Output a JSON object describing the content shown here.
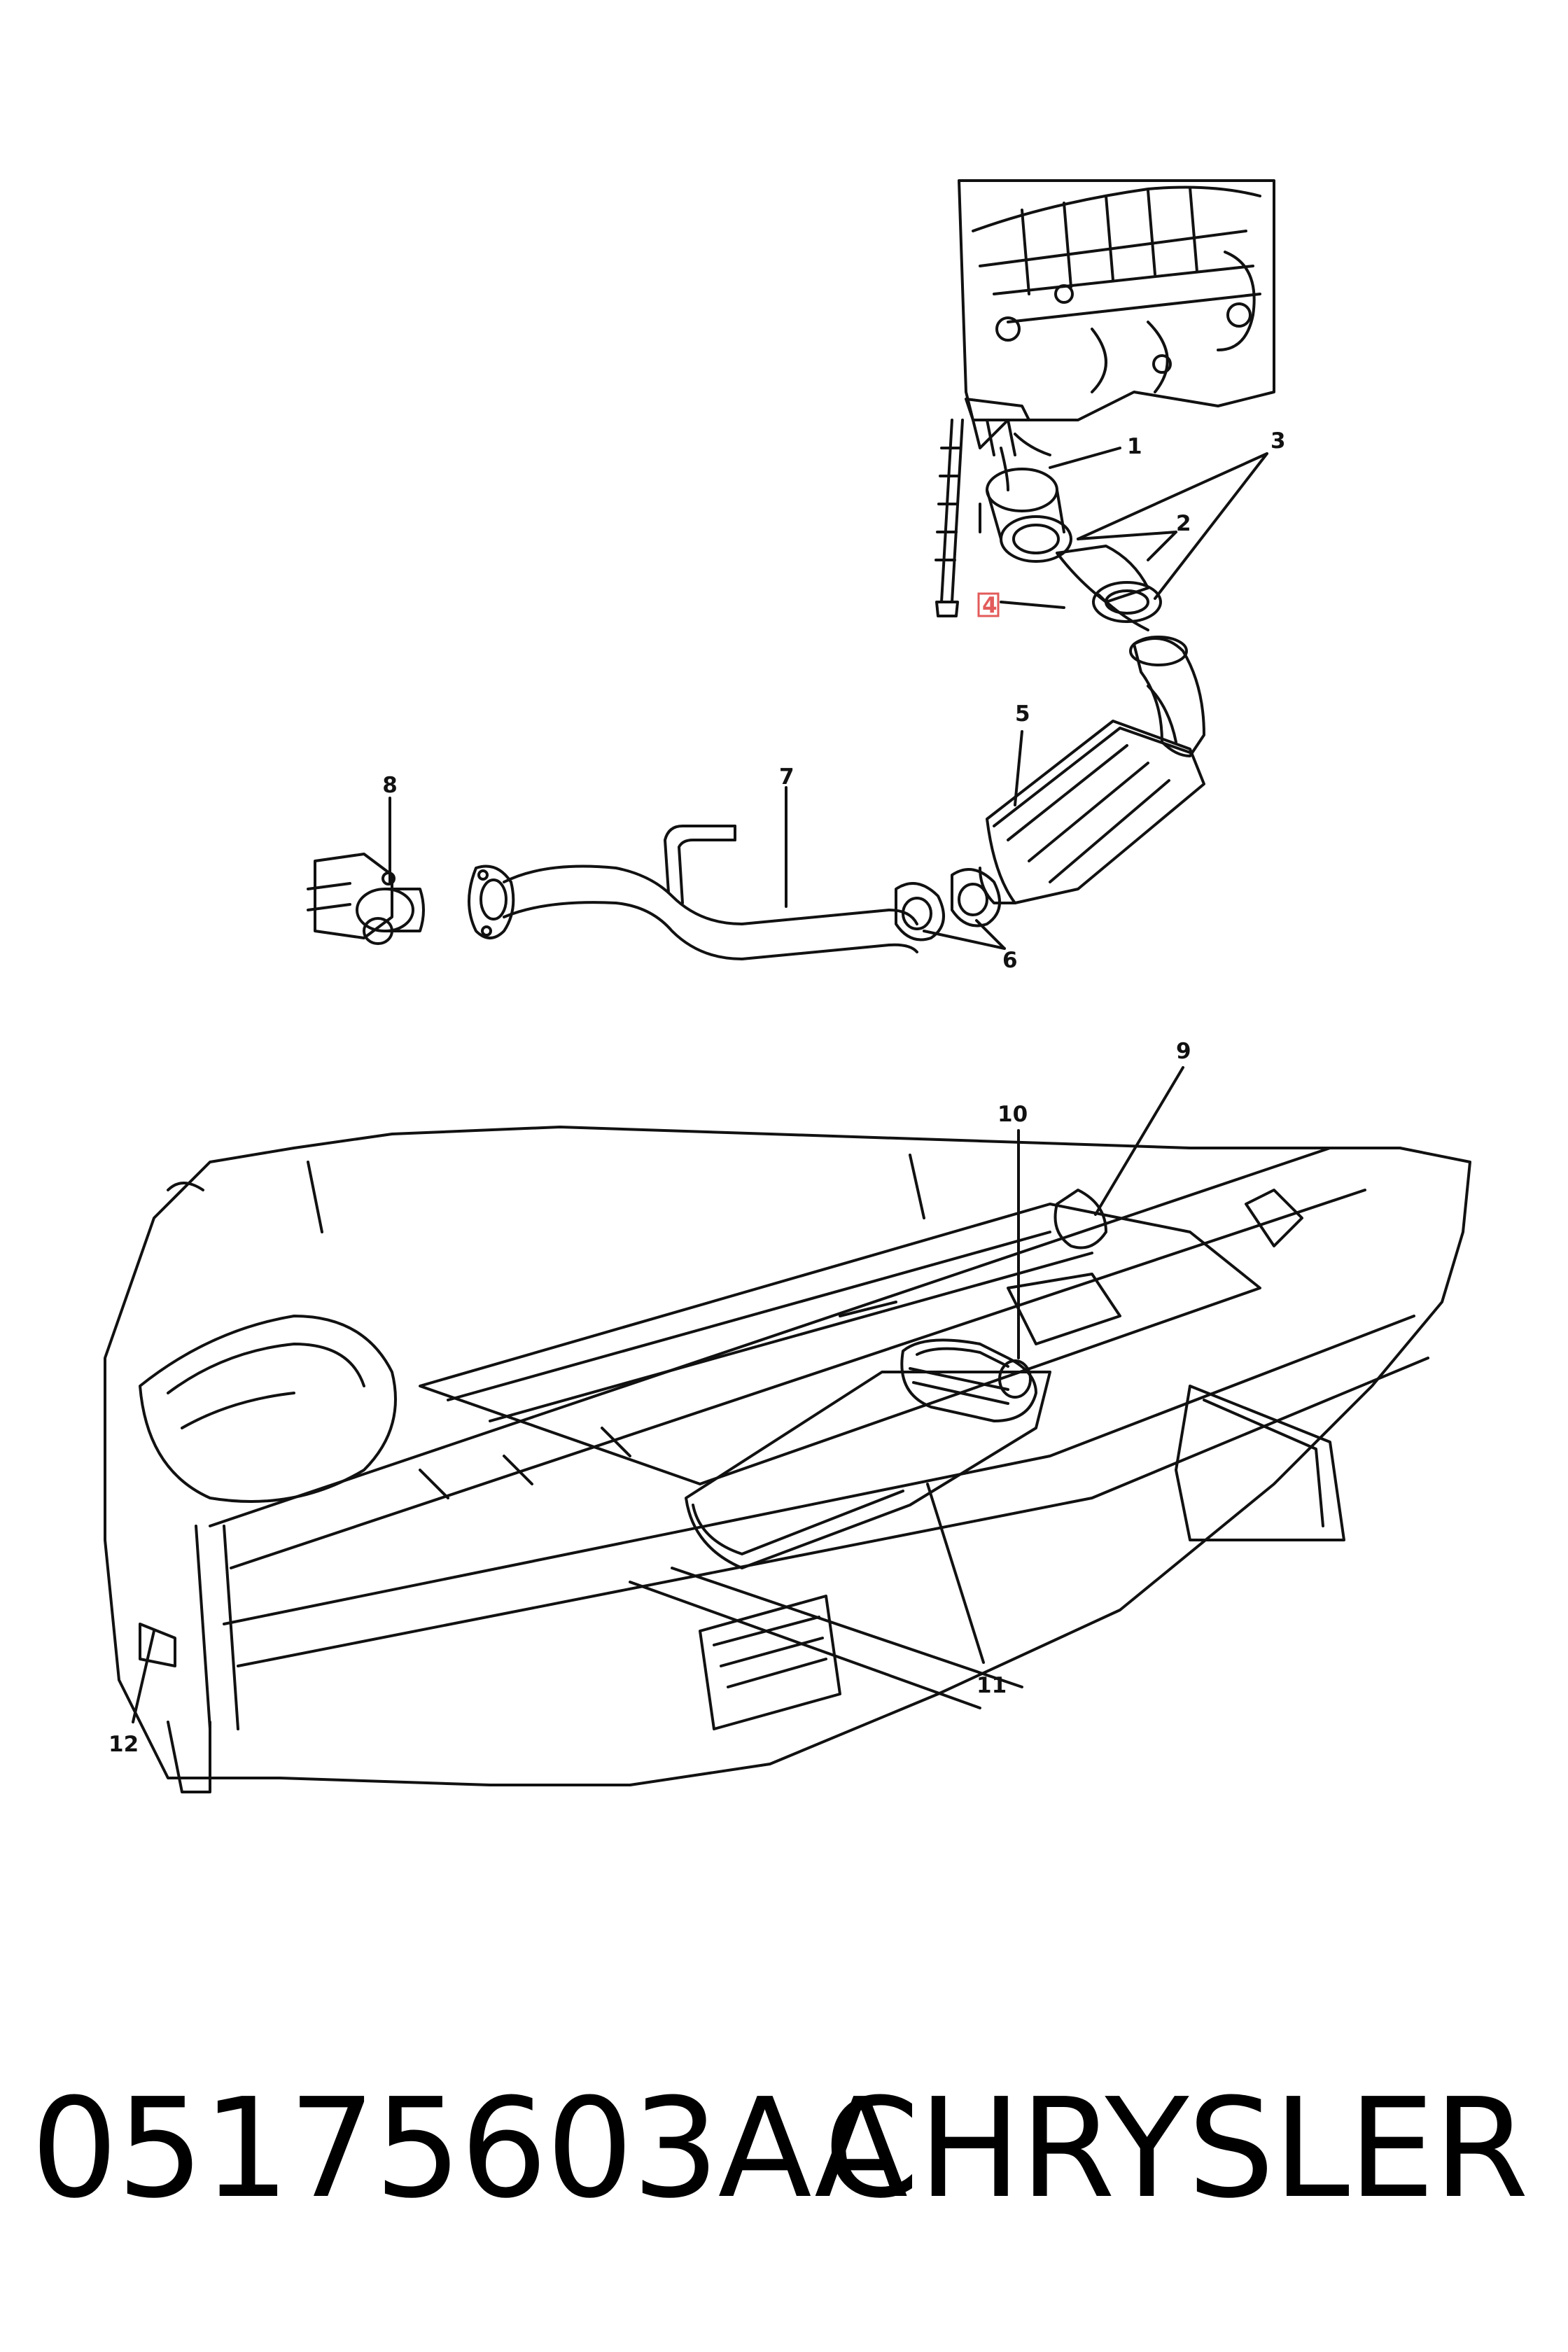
{
  "diagram": {
    "callouts": [
      "1",
      "2",
      "3",
      "4",
      "5",
      "6",
      "7",
      "8",
      "9",
      "10",
      "11",
      "12"
    ],
    "highlighted_callout": "4",
    "highlight_color": "#e35b5b"
  },
  "footer": {
    "part_number": "05175603AA",
    "brand": "CHRYSLER"
  }
}
